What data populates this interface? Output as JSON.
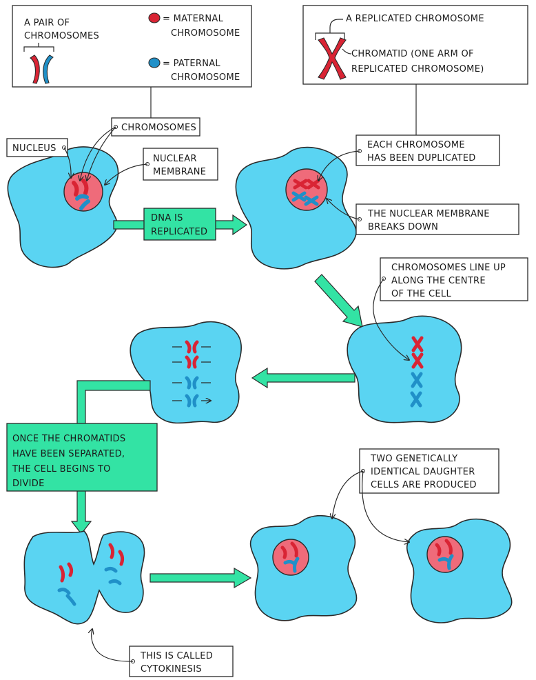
{
  "legend": {
    "pair_line1": "A PAIR OF",
    "pair_line2": "CHROMOSOMES",
    "maternal_line1": "= MATERNAL",
    "maternal_line2": "CHROMOSOME",
    "paternal_line1": "= PATERNAL",
    "paternal_line2": "CHROMOSOME"
  },
  "replicated_legend": {
    "title": "A REPLICATED CHROMOSOME",
    "chromatid_line1": "CHROMATID    (ONE ARM OF",
    "chromatid_line2": "REPLICATED CHROMOSOME)"
  },
  "labels": {
    "chromosomes": "CHROMOSOMES",
    "nucleus": "NUCLEUS",
    "nuclear_membrane_line1": "NUCLEAR",
    "nuclear_membrane_line2": "MEMBRANE",
    "duplicated_line1": "EACH  CHROMOSOME",
    "duplicated_line2": "HAS  BEEN  DUPLICATED",
    "breaks_line1": "THE  NUCLEAR  MEMBRANE",
    "breaks_line2": "BREAKS  DOWN",
    "line_up_line1": "CHROMOSOMES  LINE  UP",
    "line_up_line2": "ALONG  THE  CENTRE",
    "line_up_line3": "OF  THE  CELL",
    "daughter_line1": "TWO  GENETICALLY",
    "daughter_line2": "IDENTICAL  DAUGHTER",
    "daughter_line3": "CELLS  ARE  PRODUCED",
    "cytokinesis_line1": "THIS  IS  CALLED",
    "cytokinesis_line2": "CYTOKINESIS"
  },
  "steps": {
    "dna_line1": "DNA  IS",
    "dna_line2": "REPLICATED",
    "divide_line1": "ONCE  THE  CHROMATIDS",
    "divide_line2": "HAVE  BEEN  SEPARATED,",
    "divide_line3": "THE  CELL  BEGINS  TO",
    "divide_line4": "DIVIDE"
  },
  "colors": {
    "cell": "#5ad4f2",
    "nucleus": "#ef6b7a",
    "maternal": "#d92434",
    "paternal": "#2090c8",
    "step_box": "#33e3a4"
  }
}
